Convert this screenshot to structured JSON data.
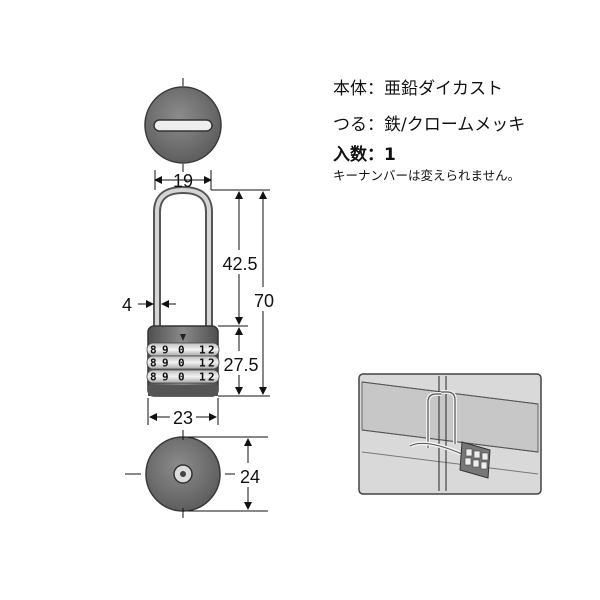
{
  "specs": {
    "body": "本体：亜鉛ダイカスト",
    "shackle": "つる：鉄/クロームメッキ",
    "quantity": "入数：1",
    "note": "キーナンバーは変えられません。"
  },
  "dimensions": {
    "shackle_width": "19",
    "shackle_height": "42.5",
    "total_height": "70",
    "shackle_diameter": "4",
    "body_height": "27.5",
    "body_width": "23",
    "body_depth": "24"
  },
  "dial_rows": [
    [
      "8",
      "9",
      "0",
      "1",
      "2"
    ],
    [
      "8",
      "9",
      "0",
      "1",
      "2"
    ],
    [
      "8",
      "9",
      "0",
      "1",
      "2"
    ]
  ],
  "colors": {
    "body": "#6b6b6b",
    "body_dark": "#4a4a4a",
    "shackle": "#9a9a9a",
    "line": "#111111"
  }
}
